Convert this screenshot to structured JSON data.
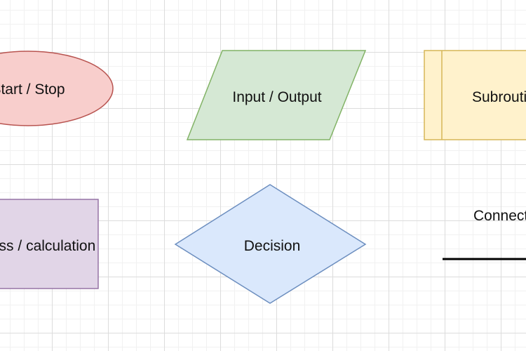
{
  "shapes": {
    "start_stop": {
      "label": "Start / Stop",
      "fill": "#f8cecc",
      "stroke": "#b85450"
    },
    "input_output": {
      "label": "Input / Output",
      "fill": "#d5e8d4",
      "stroke": "#82b366"
    },
    "subroutine": {
      "label": "Subroutine",
      "fill": "#fff2cc",
      "stroke": "#d6b656"
    },
    "process": {
      "label": "Process / calculation",
      "fill": "#e1d5e7",
      "stroke": "#9673a6"
    },
    "decision": {
      "label": "Decision",
      "fill": "#dae8fc",
      "stroke": "#6c8ebf"
    },
    "connector": {
      "label": "Connector",
      "stroke": "#000000"
    }
  }
}
